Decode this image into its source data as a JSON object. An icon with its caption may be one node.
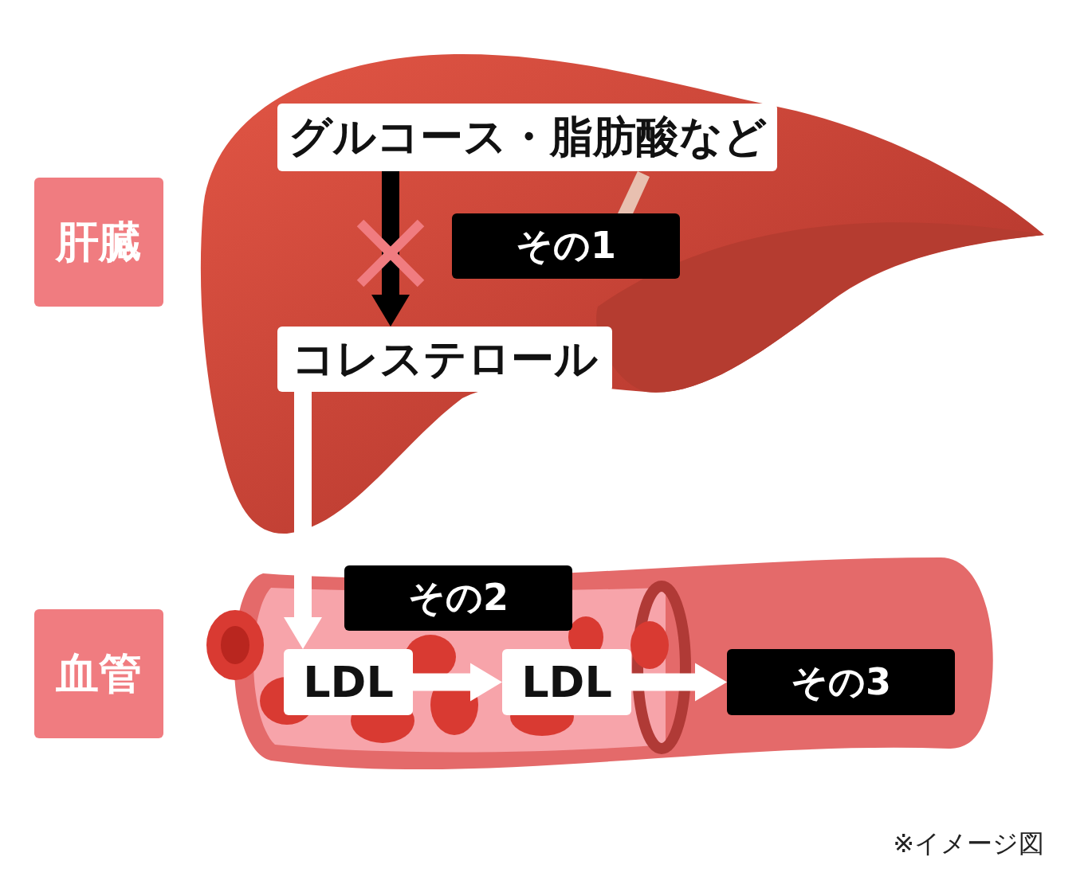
{
  "diagram": {
    "nodes": [
      {
        "text": [
          "肝臓"
        ]
      },
      {
        "text": [
          "グルコース・脂肪酸など"
        ]
      },
      {
        "text": [
          "その1"
        ]
      },
      {
        "text": [
          "コレステロール"
        ]
      },
      {
        "text": [
          "血管"
        ]
      },
      {
        "text": [
          "その2"
        ]
      },
      {
        "text": [
          "LDL"
        ]
      },
      {
        "text": [
          "LDL"
        ]
      },
      {
        "text": [
          "その3"
        ]
      }
    ],
    "edges": [
      {
        "from": 1,
        "to": 3,
        "arrow": "to",
        "color": "#000000"
      },
      {
        "from": 3,
        "to": 6,
        "arrow": "to"
      },
      {
        "from": 6,
        "to": 7,
        "arrow": "to"
      },
      {
        "from": 7,
        "to": 8,
        "arrow": "to"
      }
    ],
    "labels": [
      "※イメージ図"
    ]
  }
}
